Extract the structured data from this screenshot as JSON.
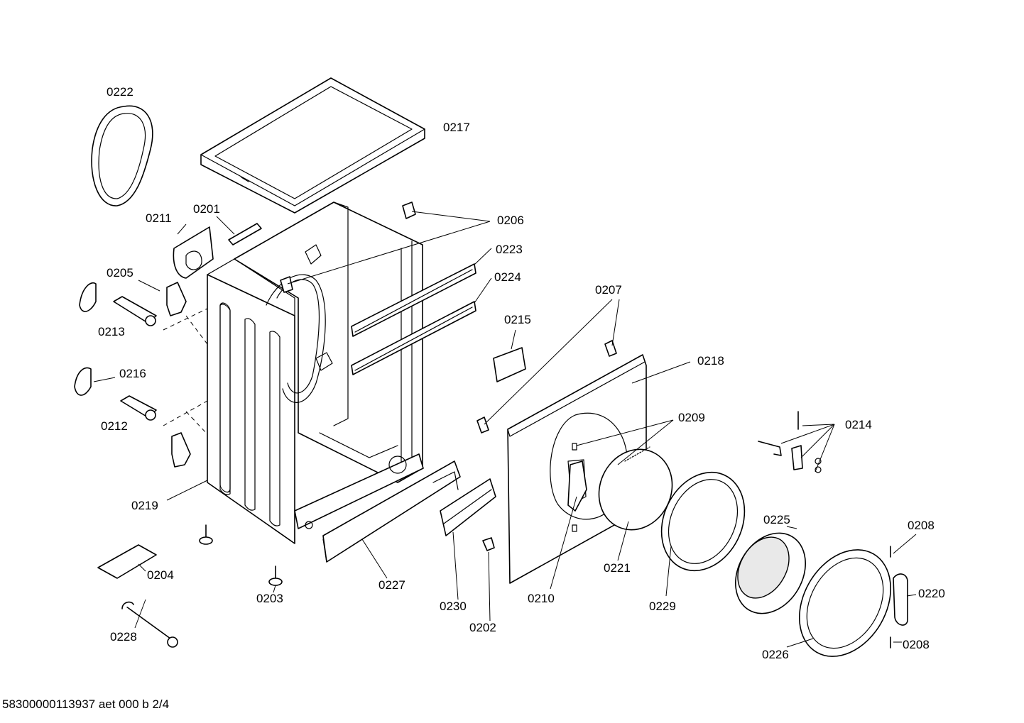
{
  "labels": {
    "p0201": "0201",
    "p0202": "0202",
    "p0203": "0203",
    "p0204": "0204",
    "p0205": "0205",
    "p0206": "0206",
    "p0207": "0207",
    "p0208a": "0208",
    "p0208b": "0208",
    "p0209": "0209",
    "p0210": "0210",
    "p0211": "0211",
    "p0212": "0212",
    "p0213": "0213",
    "p0214": "0214",
    "p0215": "0215",
    "p0216": "0216",
    "p0217": "0217",
    "p0218": "0218",
    "p0219": "0219",
    "p0220": "0220",
    "p0221": "0221",
    "p0222": "0222",
    "p0223": "0223",
    "p0224": "0224",
    "p0225": "0225",
    "p0226": "0226",
    "p0227": "0227",
    "p0228": "0228",
    "p0229": "0229",
    "p0230": "0230"
  },
  "footer": "58300000113937 aet 000 b 2/4"
}
